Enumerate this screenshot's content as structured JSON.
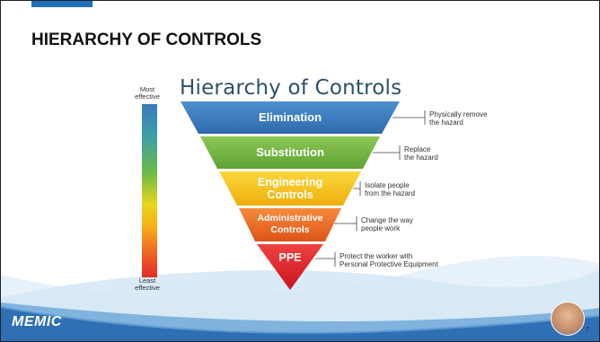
{
  "slide": {
    "title": "HIERARCHY OF CONTROLS",
    "page_number": "7",
    "brand": "MEMIC"
  },
  "scale": {
    "top_label": "Most effective",
    "bottom_label": "Least effective"
  },
  "pyramid": {
    "title": "Hierarchy of Controls",
    "levels": [
      {
        "label": "Elimination",
        "label_line2": "",
        "description": "Physically remove",
        "description_line2": "the hazard",
        "color": "#3b7bbf"
      },
      {
        "label": "Substitution",
        "label_line2": "",
        "description": "Replace",
        "description_line2": "the hazard",
        "color": "#76b843"
      },
      {
        "label": "Engineering",
        "label_line2": "Controls",
        "description": "Isolate people",
        "description_line2": "from the hazard",
        "color": "#f5c518"
      },
      {
        "label": "Administrative",
        "label_line2": "Controls",
        "description": "Change the way",
        "description_line2": "people work",
        "color": "#ef6a25"
      },
      {
        "label": "PPE",
        "label_line2": "",
        "description": "Protect the worker with",
        "description_line2": "Personal Protective Equipment",
        "color": "#e5252a"
      }
    ]
  },
  "colors": {
    "accent": "#1f6fb8",
    "wave_dark": "#2f6fb3",
    "wave_light": "#8dbde3"
  }
}
